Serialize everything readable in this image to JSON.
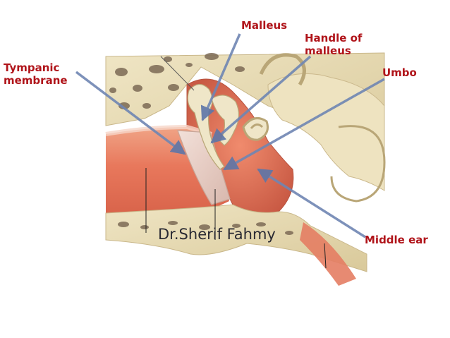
{
  "labels": {
    "malleus": "Malleus",
    "handle_of_malleus": "Handle of\nmalleus",
    "tympanic_membrane": "Tympanic\nmembrane",
    "umbo": "Umbo",
    "middle_ear": "Middle ear"
  },
  "watermark": "Dr.Sherif Fahmy",
  "colors": {
    "label_text": "#b0141a",
    "pointer_arrow": "#6f86b3",
    "bone": "#e9ddb6",
    "canal": "#e8795f",
    "membrane": "#ead6cf"
  }
}
